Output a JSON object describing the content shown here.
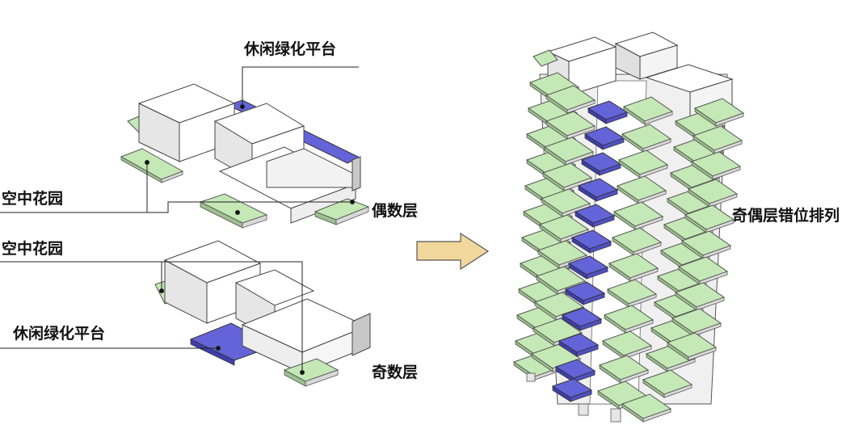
{
  "labels": {
    "leisure_platform_top": "休闲绿化平台",
    "sky_garden_top": "空中花园",
    "even_floor": "偶数层",
    "sky_garden_bottom": "空中花园",
    "leisure_platform_bottom": "休闲绿化平台",
    "odd_floor": "奇数层",
    "staggered_arrangement": "奇偶层错位排列"
  },
  "colors": {
    "garden_green": "#c4e8b6",
    "platform_blue": "#6464d8",
    "block_white": "#ffffff",
    "block_side": "#e6e6e6",
    "block_dark": "#c8c8c8",
    "edge": "#444444",
    "arrow_fill": "#f2d79c",
    "arrow_stroke": "#555555"
  }
}
